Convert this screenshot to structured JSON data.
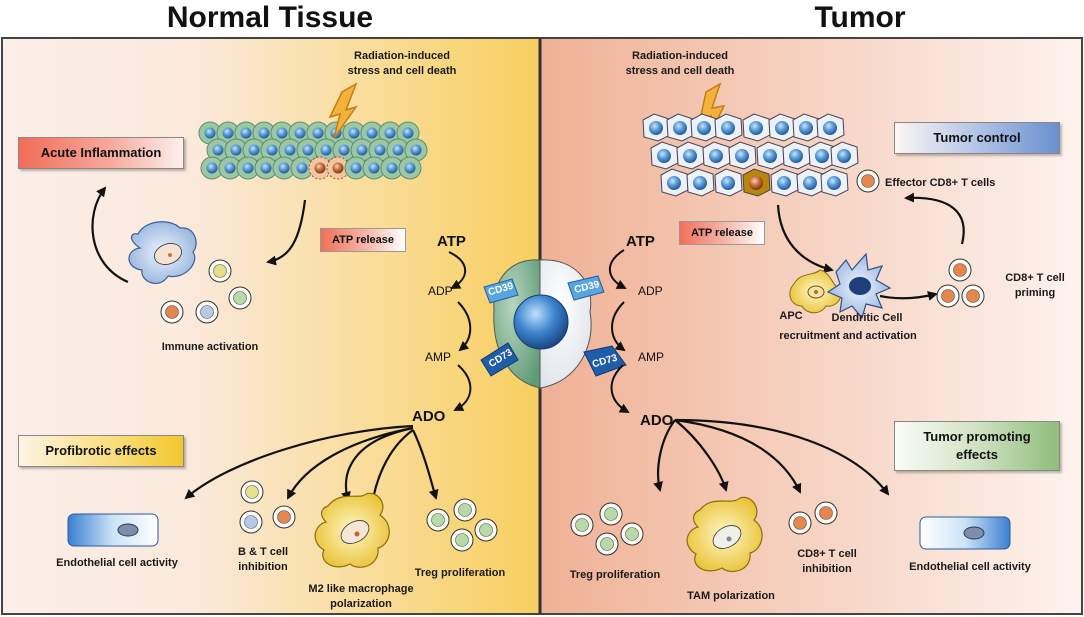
{
  "panels": {
    "left_title": "Normal Tissue",
    "right_title": "Tumor"
  },
  "left": {
    "radiation_label_1": "Radiation-induced",
    "radiation_label_2": "stress and cell death",
    "acute_inflammation": "Acute Inflammation",
    "atp_release": "ATP release",
    "immune_activation": "Immune activation",
    "profibrotic_effects": "Profibrotic effects",
    "endothelial": "Endothelial cell activity",
    "bt_inhibition_1": "B & T cell",
    "bt_inhibition_2": "inhibition",
    "m2_1": "M2 like macrophage",
    "m2_2": "polarization",
    "treg": "Treg proliferation"
  },
  "right": {
    "radiation_label_1": "Radiation-induced",
    "radiation_label_2": "stress and cell death",
    "tumor_control": "Tumor control",
    "effector": "Effector CD8+ T cells",
    "atp_release": "ATP release",
    "cd8_priming_1": "CD8+ T cell",
    "cd8_priming_2": "priming",
    "apc": "APC",
    "dendritic": "Dendritic Cell",
    "recruitment": "recruitment and activation",
    "tumor_promoting_1": "Tumor promoting",
    "tumor_promoting_2": "effects",
    "treg": "Treg proliferation",
    "tam": "TAM polarization",
    "cd8_inhib_1": "CD8+ T cell",
    "cd8_inhib_2": "inhibition",
    "endothelial": "Endothelial cell activity"
  },
  "pathway": {
    "atp": "ATP",
    "adp": "ADP",
    "amp": "AMP",
    "ado": "ADO",
    "cd39": "CD39",
    "cd73": "CD73"
  },
  "colors": {
    "left_bg_start": "#fbeee6",
    "left_bg_end": "#f8cf63",
    "right_bg_start": "#f0b497",
    "right_bg_end": "#fcefe8",
    "cell_blue": "#3f82c4",
    "cell_orange": "#c8703a",
    "enzyme_light": "#5aa6dc",
    "enzyme_dark": "#1f5da8"
  }
}
